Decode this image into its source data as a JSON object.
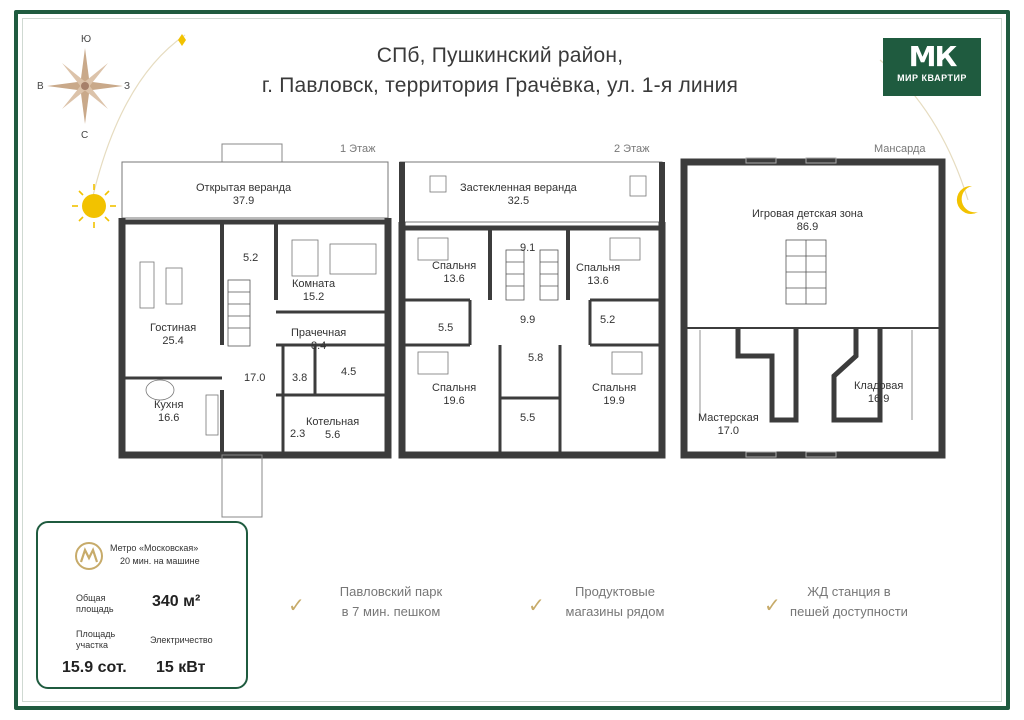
{
  "title": {
    "line1": "СПб,  Пушкинский район,",
    "line2": "г. Павловск, территория Грачёвка, ул. 1-я линия"
  },
  "logo": {
    "mark": "МК",
    "text": "МИР КВАРТИР"
  },
  "compass": {
    "north": "Ю",
    "south": "С",
    "west": "В",
    "east": "З"
  },
  "floors": {
    "first": {
      "label": "1 Этаж",
      "rooms": [
        {
          "name": "Открытая веранда",
          "area": "37.9"
        },
        {
          "name": "",
          "area": "5.2"
        },
        {
          "name": "Комната",
          "area": "15.2"
        },
        {
          "name": "Гостиная",
          "area": "25.4"
        },
        {
          "name": "Прачечная",
          "area": "8.4"
        },
        {
          "name": "",
          "area": "17.0"
        },
        {
          "name": "",
          "area": "3.8"
        },
        {
          "name": "",
          "area": "4.5"
        },
        {
          "name": "Кухня",
          "area": "16.6"
        },
        {
          "name": "Котельная",
          "area": "5.6"
        },
        {
          "name": "",
          "area": "2.3"
        }
      ]
    },
    "second": {
      "label": "2 Этаж",
      "rooms": [
        {
          "name": "Застекленная веранда",
          "area": "32.5"
        },
        {
          "name": "",
          "area": "9.1"
        },
        {
          "name": "Спальня",
          "area": "13.6"
        },
        {
          "name": "Спальня",
          "area": "13.6"
        },
        {
          "name": "",
          "area": "5.5"
        },
        {
          "name": "",
          "area": "9.9"
        },
        {
          "name": "",
          "area": "5.2"
        },
        {
          "name": "",
          "area": "5.8"
        },
        {
          "name": "Спальня",
          "area": "19.6"
        },
        {
          "name": "Спальня",
          "area": "19.9"
        },
        {
          "name": "",
          "area": "5.5"
        }
      ]
    },
    "attic": {
      "label": "Мансарда",
      "rooms": [
        {
          "name": "Игровая детская зона",
          "area": "86.9"
        },
        {
          "name": "Кладовая",
          "area": "16.9"
        },
        {
          "name": "Мастерская",
          "area": "17.0"
        }
      ]
    }
  },
  "info": {
    "metro_name": "Метро «Московская»",
    "metro_time": "20 мин. на машине",
    "total_area_label_1": "Общая",
    "total_area_label_2": "площадь",
    "total_area_value": "340 м²",
    "plot_label_1": "Площадь",
    "plot_label_2": "участка",
    "plot_value": "15.9 сот.",
    "power_label": "Электричество",
    "power_value": "15 кВт"
  },
  "features": [
    {
      "line1": "Павловский парк",
      "line2": "в 7 мин. пешком"
    },
    {
      "line1": "Продуктовые",
      "line2": "магазины рядом"
    },
    {
      "line1": "ЖД станция в",
      "line2": "пешей доступности"
    }
  ],
  "colors": {
    "brand": "#1f5b3f",
    "wall": "#3c3c3c",
    "sun": "#f2c200",
    "gold": "#c7ab6a"
  }
}
